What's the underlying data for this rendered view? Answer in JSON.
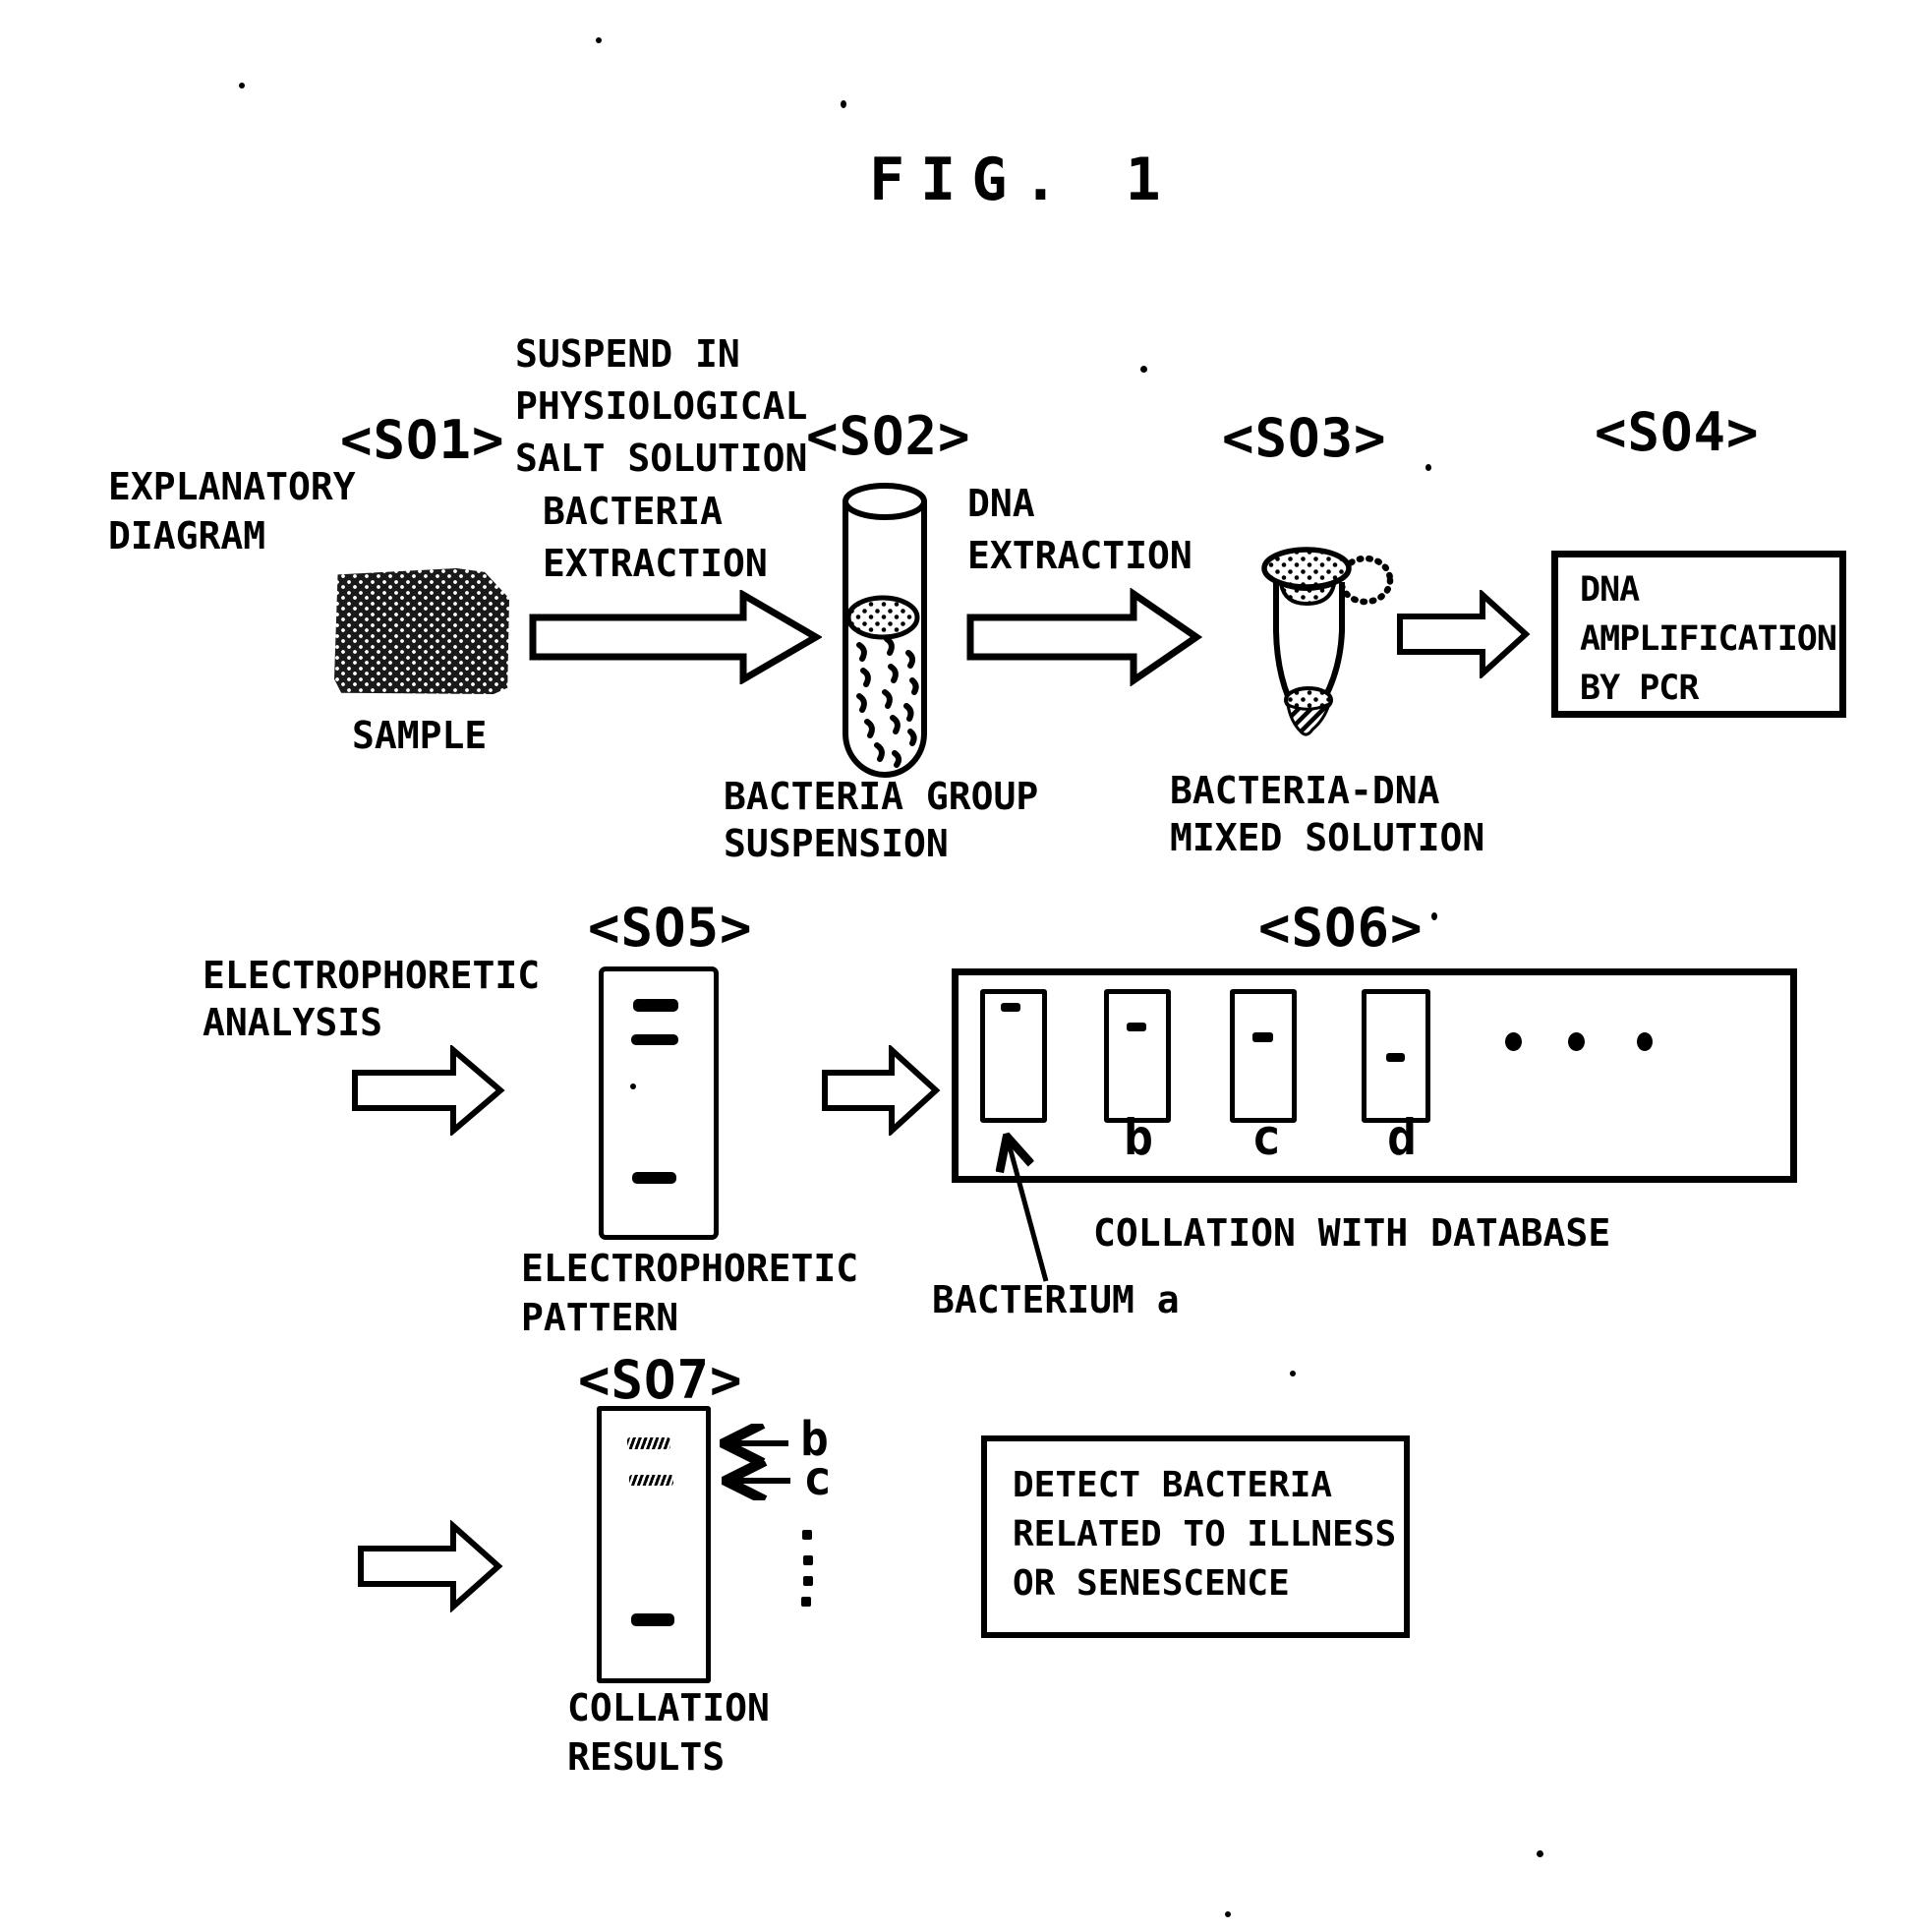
{
  "title": "FIG. 1",
  "colors": {
    "ink": "#000000",
    "paper": "#ffffff"
  },
  "row1": {
    "section_label": "EXPLANATORY\nDIAGRAM",
    "step1_tag": "<SO1>",
    "step1_note": "SUSPEND IN\nPHYSIOLOGICAL\nSALT SOLUTION",
    "step1_action": "BACTERIA\nEXTRACTION",
    "sample_label": "SAMPLE",
    "step2_tag": "<SO2>",
    "step2_result": "BACTERIA GROUP\nSUSPENSION",
    "step2_action": "DNA\nEXTRACTION",
    "step3_tag": "<SO3>",
    "step3_result": "BACTERIA-DNA\nMIXED SOLUTION",
    "step4_tag": "<SO4>",
    "step4_box": "DNA\nAMPLIFICATION\nBY PCR"
  },
  "row2": {
    "section_label": "ELECTROPHORETIC\nANALYSIS",
    "step5_tag": "<SO5>",
    "gel_label": "ELECTROPHORETIC\nPATTERN",
    "step6_tag": "<SO6>",
    "lane_labels": [
      "b",
      "c",
      "d"
    ],
    "db_caption": "COLLATION WITH DATABASE",
    "pointer_label": "BACTERIUM a"
  },
  "row3": {
    "step7_tag": "<SO7>",
    "band_labels": [
      "b",
      "c"
    ],
    "detect_box": "DETECT BACTERIA\nRELATED TO ILLNESS\nOR SENESCENCE",
    "result_caption": "COLLATION\nRESULTS"
  }
}
